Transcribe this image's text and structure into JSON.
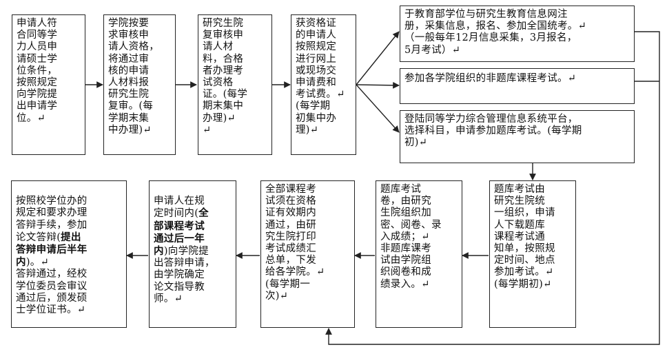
{
  "steps": {
    "s1": "申请人符\n合同等学\n力人员申\n请硕士学\n位条件，\n按照规定\n向学院提\n出申请学\n位。↵",
    "s2": "学院按要\n求审核申\n请人资格，\n将通过审\n核的申请\n人材料报\n研究生院\n复审。(每\n学期末集\n中办理)↵",
    "s3": "研究生院\n复审核申\n请人材\n料，合格\n者办理考\n试资格\n证。(每学\n期末集中\n办理)↵\n↵",
    "s4": "获资格证\n的申请人\n按照规定\n进行网上\n或现场交\n申请费和\n考试费。↵\n(每学期\n初集中办\n理)↵",
    "b1": "于教育部学位与研究生教育信息网注\n册，采集信息，报名、参加全国统考。↵\n（一般每年12月信息采集，3月报名，\n5月考试）↵",
    "b2": "参加各学院组织的非题库课程考试。↵",
    "b3": "登陆同等学力综合管理信息系统平台，\n选择科目，申请参加题库考试。(每学期\n初)↵",
    "r5": "题库考试由\n研究生院统\n一组织，申请\n人下载题库\n课程考试通\n知单，按照规\n定时间、地点\n参加考试。↵\n(每学期初)↵",
    "r4": "题库考试\n卷，由研究\n生院组织加\n密、阅卷、录\n入成绩；↵\n非题库课考\n试由学院组\n织阅卷和成\n绩录入。↵",
    "r3": "全部课程考\n试须在资格\n证有效期内\n通过，由研\n究生院打印\n考试成绩汇\n总单，下发\n给各学院。↵\n(每学期一\n次)↵",
    "r2_a": "申请人在规\n定时间内(",
    "r2_b": "全\n部课程考试\n通过后一年\n内",
    "r2_c": ")向学院提\n出答辩申请，\n由学院确定\n论文指导教\n师。↵",
    "r1_a": "按照校学位办的\n规定和要求办理\n答辩手续，参加\n论文答辩(",
    "r1_b": "提出\n答辩申请后半年\n内",
    "r1_c": ")。↵\n答辩通过，经校\n学位委员会审议\n通过后，颁发硕\n士学位证书。↵"
  }
}
